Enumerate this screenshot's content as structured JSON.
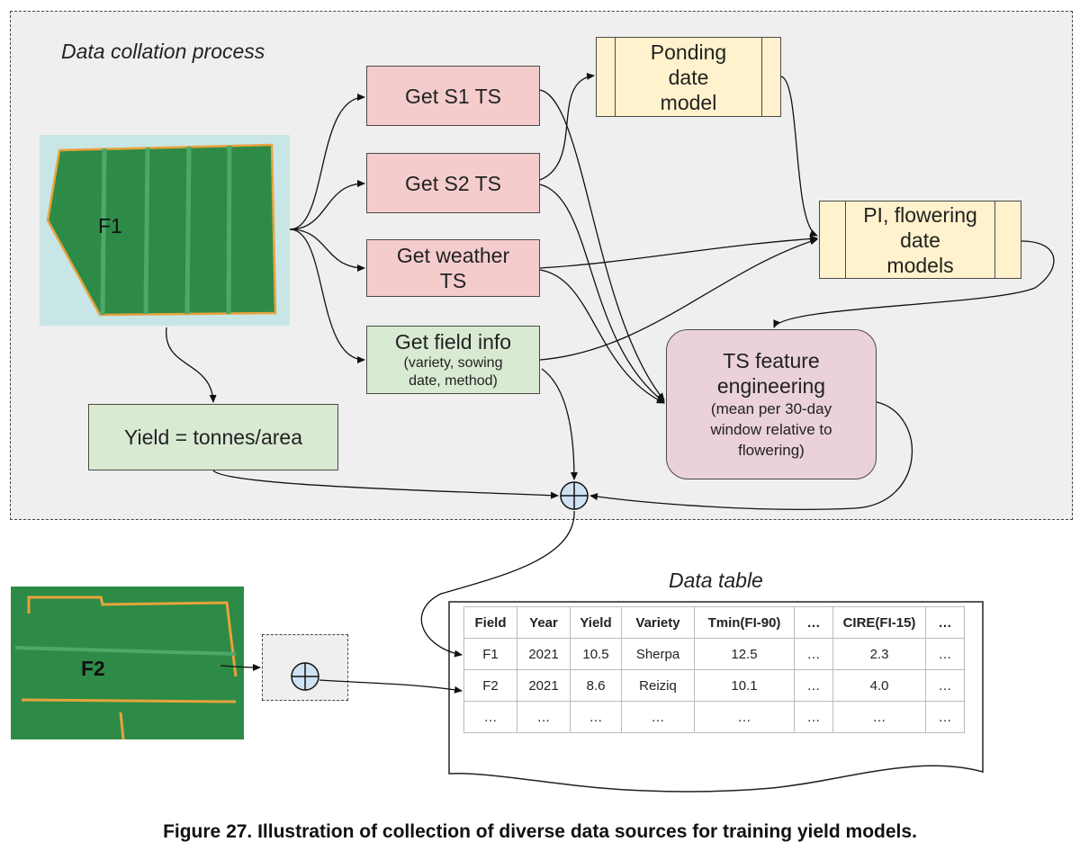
{
  "collation": {
    "title": "Data collation process",
    "field_label": "F1",
    "get_s1": "Get S1 TS",
    "get_s2": "Get S2 TS",
    "get_weather": [
      "Get weather",
      "TS"
    ],
    "get_field_info_title": "Get field info",
    "get_field_info_detail": [
      "(variety, sowing",
      "date, method)"
    ],
    "ponding_model": [
      "Ponding",
      "date",
      "model"
    ],
    "flowering_models": [
      "PI, flowering",
      "date",
      "models"
    ],
    "feature_title": [
      "TS feature",
      "engineering"
    ],
    "feature_detail": [
      "(mean per 30-day",
      "window relative to",
      "flowering)"
    ],
    "yield_box": "Yield = tonnes/area"
  },
  "second_field": {
    "label": "F2"
  },
  "table": {
    "title": "Data table",
    "headers": [
      "Field",
      "Year",
      "Yield",
      "Variety",
      "Tmin(FI-90)",
      "…",
      "CIRE(FI-15)",
      "…"
    ],
    "rows": [
      [
        "F1",
        "2021",
        "10.5",
        "Sherpa",
        "12.5",
        "…",
        "2.3",
        "…"
      ],
      [
        "F2",
        "2021",
        "8.6",
        "Reiziq",
        "10.1",
        "…",
        "4.0",
        "…"
      ],
      [
        "…",
        "…",
        "…",
        "…",
        "…",
        "…",
        "…",
        "…"
      ]
    ]
  },
  "caption": "Figure 27. Illustration of collection of diverse data sources for training yield models.",
  "colors": {
    "get_boxes": "#f4cccc",
    "field_info": "#d9ead3",
    "models": "#fff2cc",
    "feature_engineering": "#ead1dc",
    "frame": "#efefef",
    "field_green": "#2e8b47",
    "field_outline": "#e8a33c",
    "merge_node": "#cfe2f3"
  },
  "icons": {
    "merge": "circled-plus-icon",
    "field_image": "satellite-field-icon"
  }
}
